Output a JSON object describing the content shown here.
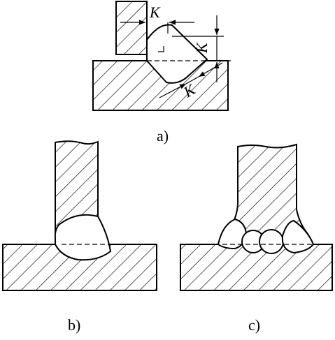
{
  "diagram": {
    "dimension_label": "K",
    "panels": [
      {
        "id": "a",
        "label": "a)"
      },
      {
        "id": "b",
        "label": "b)"
      },
      {
        "id": "c",
        "label": "c)"
      }
    ]
  },
  "colors": {
    "ink": "#000000",
    "paper": "#ffffff"
  }
}
